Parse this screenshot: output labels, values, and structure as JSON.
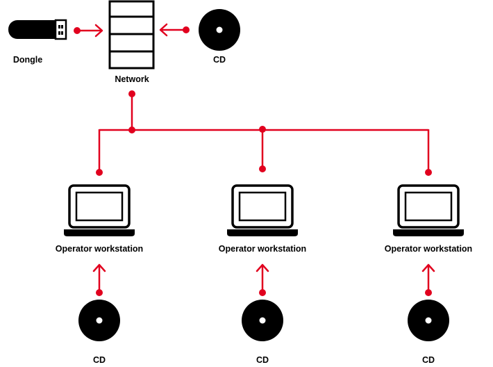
{
  "colors": {
    "connector": "#E1001E",
    "ink": "#000000",
    "background": "#FFFFFF"
  },
  "nodes": {
    "dongle": {
      "label": "Dongle",
      "icon": "usb-dongle-icon"
    },
    "network": {
      "label": "Network",
      "icon": "server-icon"
    },
    "network_cd": {
      "label": "CD",
      "icon": "cd-disc-icon"
    },
    "workstations": [
      {
        "label": "Operator workstation",
        "icon": "laptop-icon",
        "cd_label": "CD"
      },
      {
        "label": "Operator workstation",
        "icon": "laptop-icon",
        "cd_label": "CD"
      },
      {
        "label": "Operator workstation",
        "icon": "laptop-icon",
        "cd_label": "CD"
      }
    ]
  }
}
